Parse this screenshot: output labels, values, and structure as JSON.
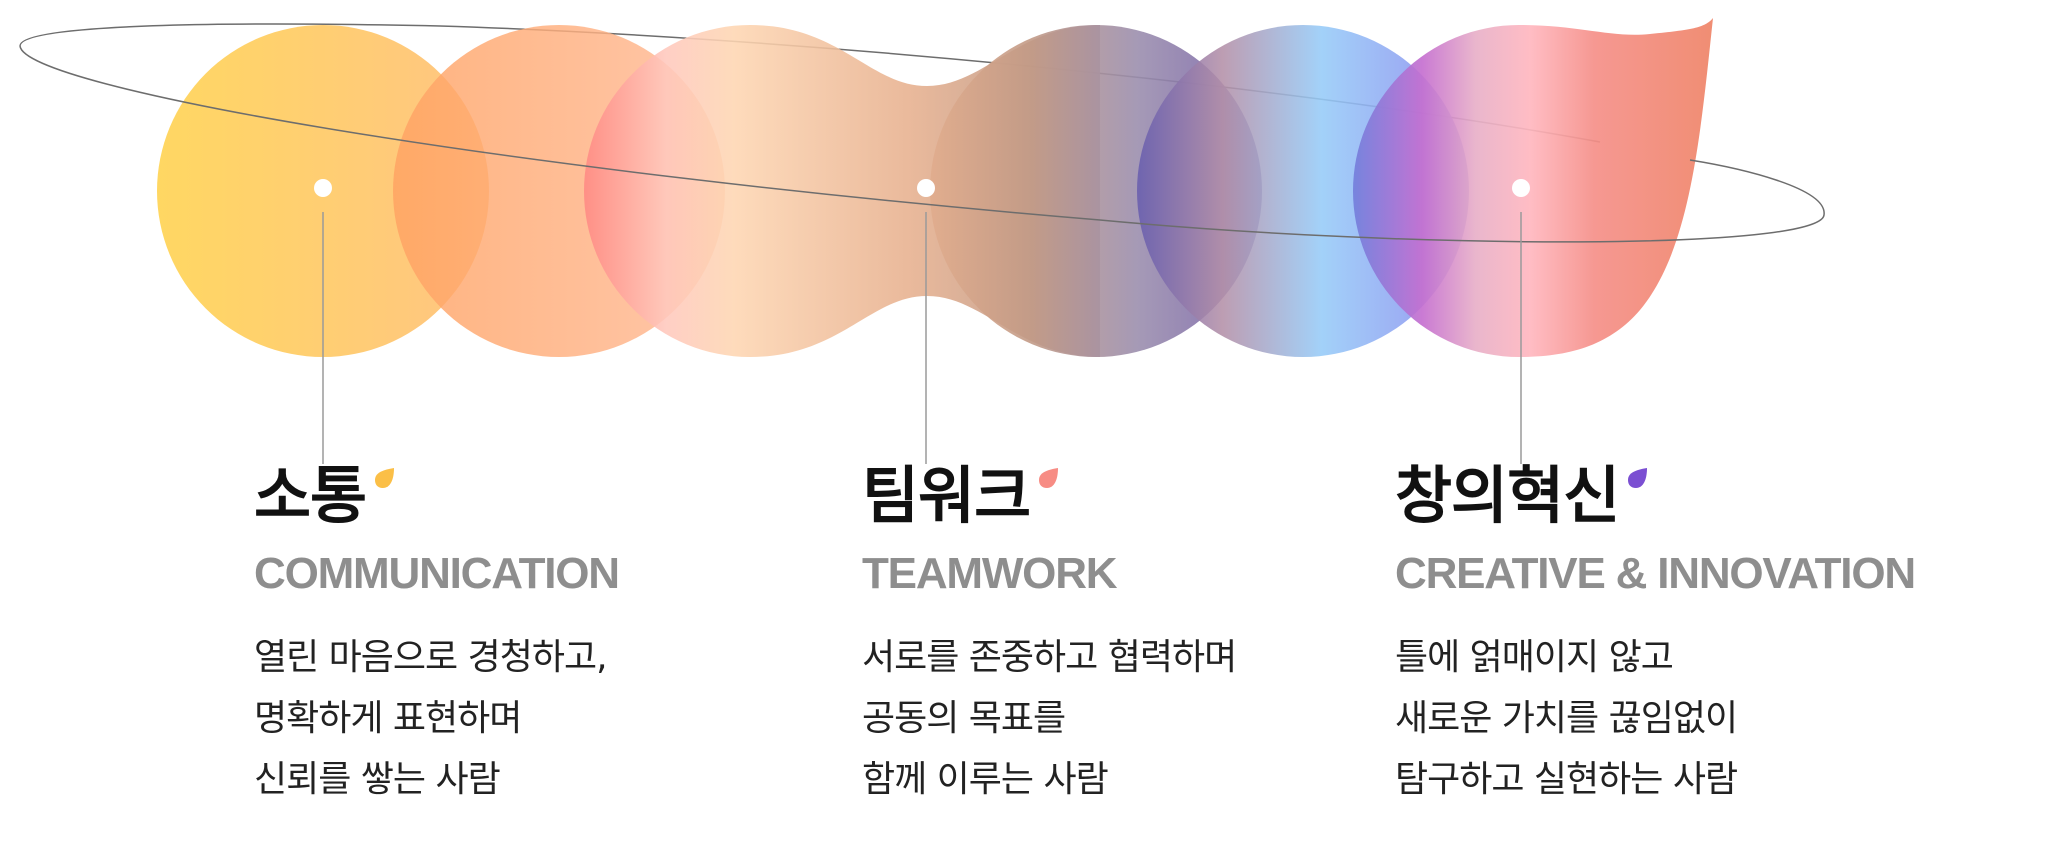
{
  "colors": {
    "drop_communication": "#fbbf47",
    "drop_teamwork": "#f78c84",
    "drop_creative": "#7b4fd2"
  },
  "values": [
    {
      "title": "소통",
      "subtitle": "COMMUNICATION",
      "lines": [
        "열린 마음으로 경청하고,",
        "명확하게 표현하며",
        "신뢰를 쌓는 사람"
      ]
    },
    {
      "title": "팀워크",
      "subtitle": "TEAMWORK",
      "lines": [
        "서로를 존중하고 협력하며",
        "공동의 목표를",
        "함께 이루는 사람"
      ]
    },
    {
      "title": "창의혁신",
      "subtitle": "CREATIVE & INNOVATION",
      "lines": [
        "틀에 얽매이지 않고",
        "새로운 가치를 끊임없이",
        "탐구하고 실현하는 사람"
      ]
    }
  ]
}
